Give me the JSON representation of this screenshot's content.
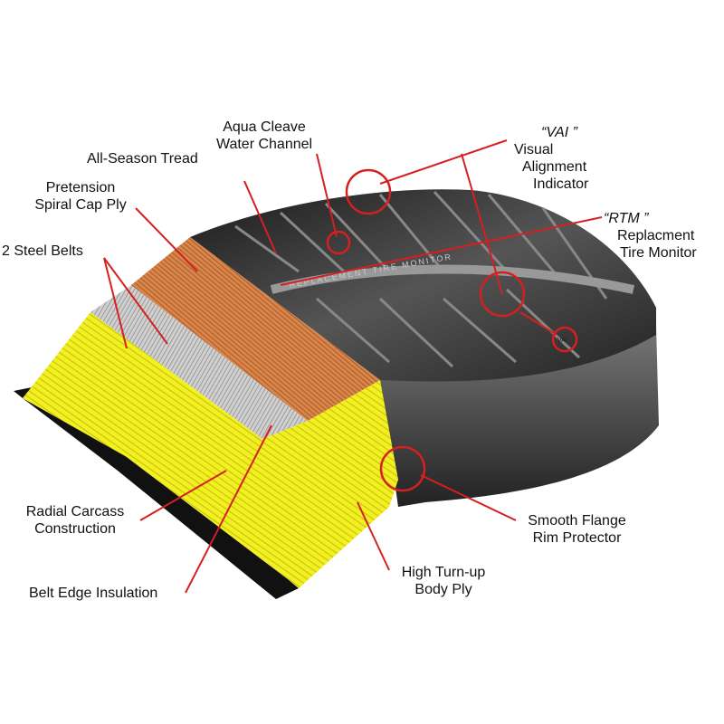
{
  "labels": {
    "aqua_cleave": [
      "Aqua Cleave",
      "Water Channel"
    ],
    "all_season": "All-Season Tread",
    "pretension": [
      "Pretension",
      "Spiral Cap Ply"
    ],
    "steel_belts": "2 Steel Belts",
    "vai": {
      "code": "“VAI ”",
      "lines": [
        "Visual",
        "Alignment",
        "Indicator"
      ]
    },
    "rtm": {
      "code": "“RTM ”",
      "lines": [
        "Replacment",
        "Tire Monitor"
      ]
    },
    "radial": [
      "Radial Carcass",
      "Construction"
    ],
    "belt_edge": "Belt Edge Insulation",
    "high_turnup": [
      "High Turn-up",
      "Body Ply"
    ],
    "smooth_flange": [
      "Smooth Flange",
      "Rim Protector"
    ]
  },
  "tire_marking": {
    "sidewall_text": "REPLACEMENT TIRE MONITOR",
    "vai_mark": "VAI"
  },
  "colors": {
    "callout": "#d42020",
    "carcass": "#f2f020",
    "cap_ply": "#d9864a",
    "belt": "#c8c8c8",
    "rubber": "#2a2a2a"
  }
}
